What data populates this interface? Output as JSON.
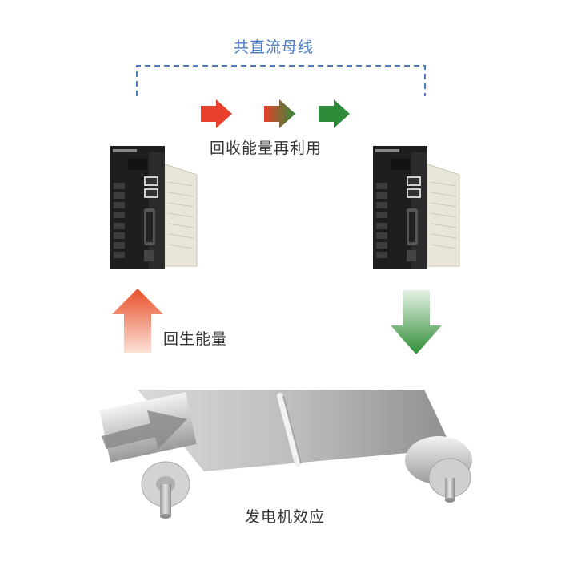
{
  "labels": {
    "bus": "共直流母线",
    "regen_reuse": "回收能量再利用",
    "regen_energy": "回生能量",
    "generator_effect": "发电机效应"
  },
  "colors": {
    "bus_line": "#4a7cc4",
    "arrow_red": "#e8402a",
    "arrow_green": "#2e8b3a",
    "drive_body": "#1e1e1e",
    "heatsink": "#e9e5d8"
  },
  "icons": [
    "dc-bus-bracket",
    "energy-flow-arrows",
    "servo-drive",
    "regen-up-arrow",
    "energy-down-arrow",
    "conveyor-belt",
    "rotation-arrow"
  ]
}
